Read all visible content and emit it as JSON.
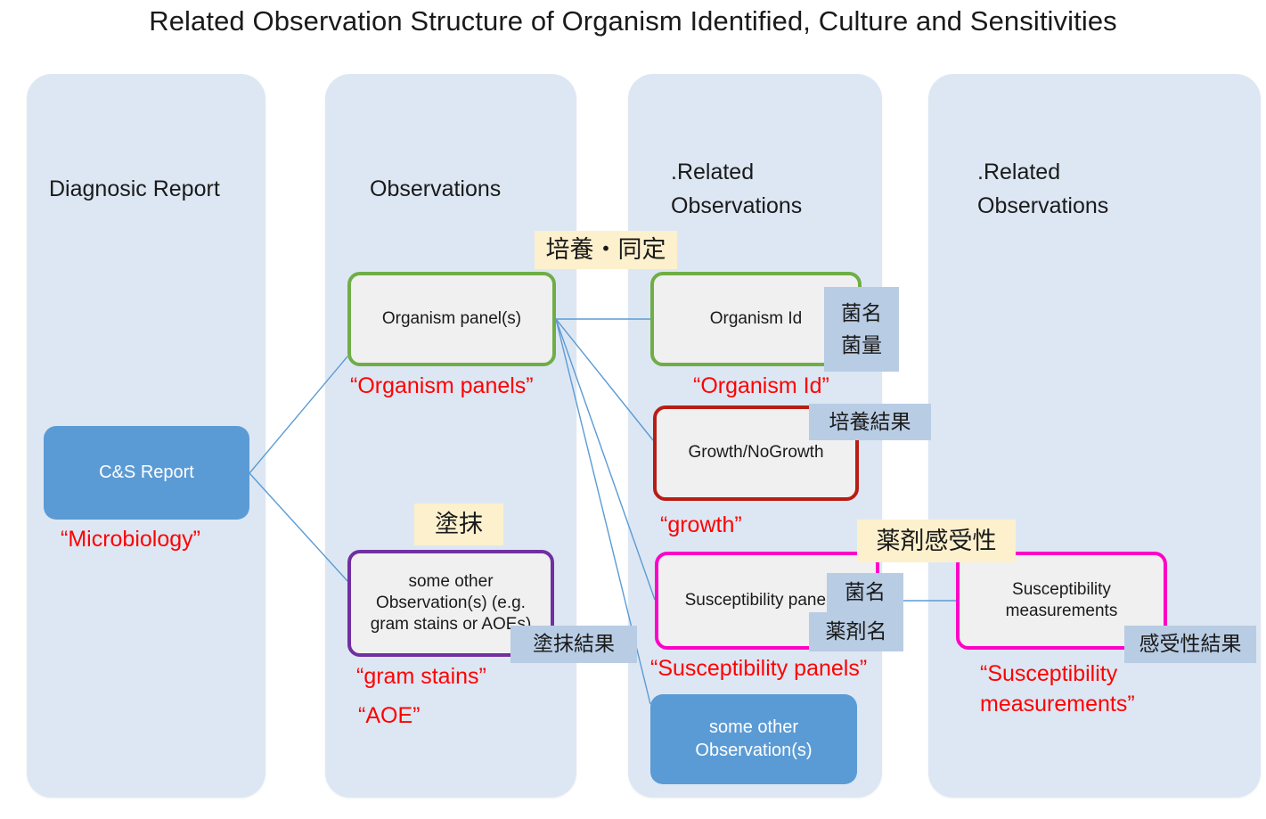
{
  "title": "Related Observation Structure of Organism Identified, Culture and Sensitivities",
  "colors": {
    "lane_background": "#dde7f3",
    "node_fill": "#f0f0f0",
    "filled_node": "#5b9bd5",
    "green_border": "#70ad47",
    "darkred_border": "#b81d13",
    "purple_border": "#7030a0",
    "magenta_border": "#ff00c8",
    "yellow_label": "#fdf0cd",
    "blue_tag": "#b8cce4",
    "red_text": "#ff0000",
    "connector_line": "#5b9bd5"
  },
  "lanes": [
    {
      "label": "Diagnosic Report"
    },
    {
      "label": "Observations"
    },
    {
      "label": ".Related\nObservations"
    },
    {
      "label": ".Related\nObservations"
    }
  ],
  "lane_titles": {
    "col1": "Diagnosic Report",
    "col2": "Observations",
    "col3_line1": ".Related",
    "col3_line2": "Observations",
    "col4_line1": ".Related",
    "col4_line2": "Observations"
  },
  "nodes": {
    "cs_report": "C&S Report",
    "organism_panels": "Organism panel(s)",
    "organism_id": "Organism Id",
    "growth": "Growth/NoGrowth",
    "other_obs_gram": "some other Observation(s) (e.g. gram stains or AOEs)",
    "susceptibility_panels": "Susceptibility panel(s)",
    "susceptibility_measurements": "Susceptibility measurements",
    "other_observations": "some other Observation(s)"
  },
  "process_labels": {
    "culture_id": "培養・同定",
    "smear": "塗抹",
    "drug_susceptibility": "薬剤感受性"
  },
  "data_tags": {
    "organism_id_tag_line1": "菌名",
    "organism_id_tag_line2": "菌量",
    "culture_result": "培養結果",
    "smear_result": "塗抹結果",
    "susceptibility_tag_line1": "菌名",
    "susceptibility_tag_line2": "薬剤名",
    "susceptibility_result": "感受性結果"
  },
  "annotations": {
    "microbiology": "“Microbiology”",
    "organism_panels": "“Organism panels”",
    "organism_id": "“Organism Id”",
    "growth": "“growth”",
    "gram_stains": "“gram stains”",
    "aoe": "“AOE”",
    "susceptibility_panels": "“Susceptibility panels”",
    "susceptibility_measurements_line1": "“Susceptibility",
    "susceptibility_measurements_line2": "measurements”"
  }
}
